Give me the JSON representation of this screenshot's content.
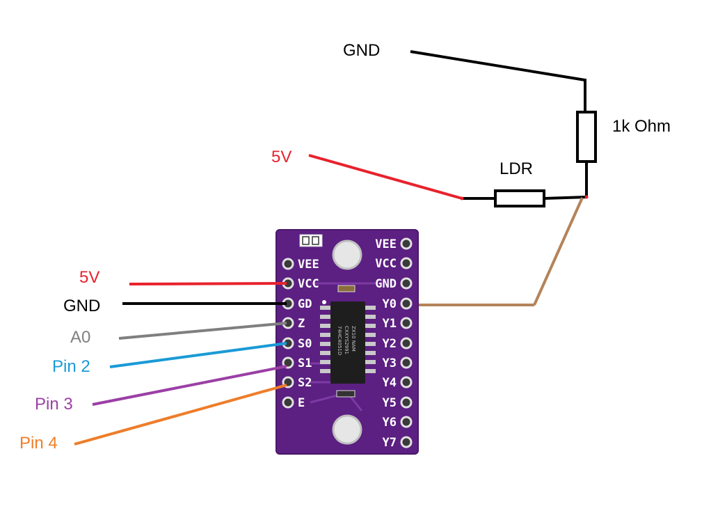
{
  "colors": {
    "red": "#e8222c",
    "black": "#000000",
    "gray": "#7f7f7f",
    "blue": "#1a9ad6",
    "purple": "#9b3fa5",
    "orange": "#ee7d2a",
    "brown": "#b5835a",
    "board": "#5c1f82"
  },
  "left_wires": [
    {
      "label": "5V",
      "color": "#e8222c"
    },
    {
      "label": "GND",
      "color": "#000000"
    },
    {
      "label": "A0",
      "color": "#7f7f7f"
    },
    {
      "label": "Pin 2",
      "color": "#1a9ad6"
    },
    {
      "label": "Pin 3",
      "color": "#9b3fa5"
    },
    {
      "label": "Pin 4",
      "color": "#ee7d2a"
    }
  ],
  "circuit": {
    "gnd_label": "GND",
    "vcc_label": "5V",
    "ldr_label": "LDR",
    "resistor_label": "1k Ohm"
  },
  "board": {
    "left_pins": [
      "VEE",
      "VCC",
      "GD",
      "Z",
      "S0",
      "S1",
      "S2",
      "E"
    ],
    "right_pins": [
      "VEE",
      "VCC",
      "GND",
      "Y0",
      "Y1",
      "Y2",
      "Y3",
      "Y4",
      "Y5",
      "Y6",
      "Y7"
    ],
    "chip_marking": [
      "74HC4051D",
      "CXXYS2991",
      "ZX10 NAM"
    ]
  }
}
